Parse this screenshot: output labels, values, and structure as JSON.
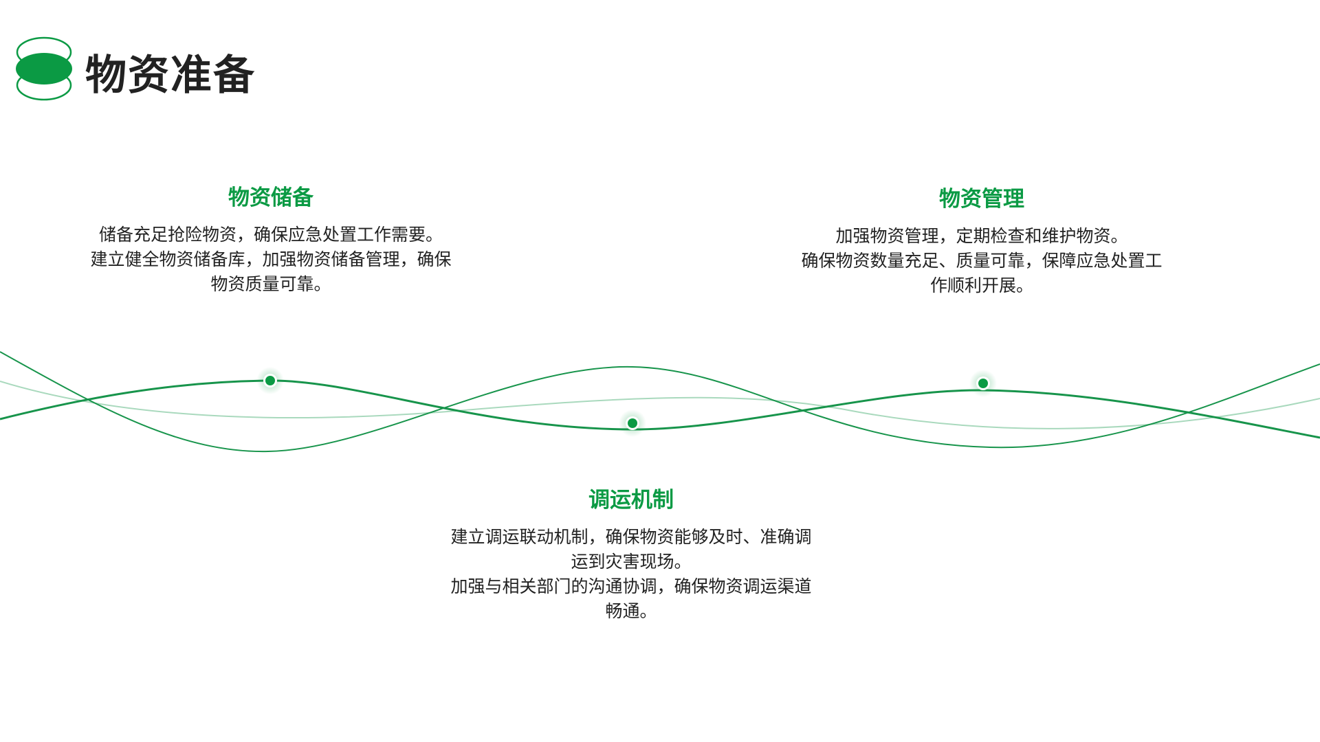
{
  "header": {
    "title": "物资准备",
    "logo_icon": "stacked-ovals-icon"
  },
  "colors": {
    "accent": "#0b9a44",
    "line_main": "#17944b",
    "line_light": "#a9d9bd",
    "text": "#222222"
  },
  "cards": [
    {
      "title": "物资储备",
      "lines": [
        "储备充足抢险物资，确保应急处置工作需要。",
        "建立健全物资储备库，加强物资储备管理，确保",
        "物资质量可靠。"
      ]
    },
    {
      "title": "物资管理",
      "lines": [
        "加强物资管理，定期检查和维护物资。",
        "确保物资数量充足、质量可靠，保障应急处置工",
        "作顺利开展。"
      ]
    },
    {
      "title": "调运机制",
      "lines": [
        "建立调运联动机制，确保物资能够及时、准确调",
        "运到灾害现场。",
        "加强与相关部门的沟通协调，确保物资调运渠道",
        "畅通。"
      ]
    }
  ]
}
